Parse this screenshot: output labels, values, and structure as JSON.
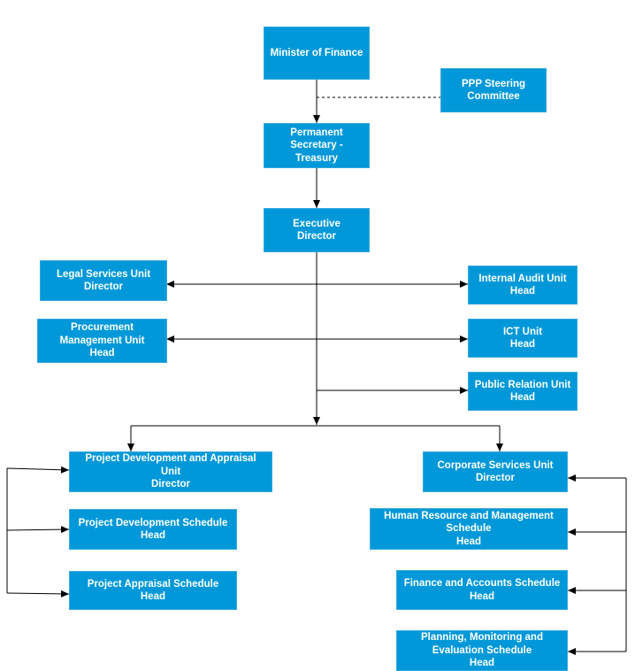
{
  "org_chart": {
    "nodes": {
      "minister": {
        "lines": [
          "Minister of Finance"
        ]
      },
      "ppp_committee": {
        "lines": [
          "PPP Steering",
          "Committee"
        ]
      },
      "permanent_secretary": {
        "lines": [
          "Permanent",
          "Secretary -",
          "Treasury"
        ]
      },
      "executive_director": {
        "lines": [
          "Executive",
          "Director"
        ]
      },
      "legal_services": {
        "lines": [
          "Legal Services Unit",
          "Director"
        ]
      },
      "procurement": {
        "lines": [
          "Procurement",
          "Management Unit",
          "Head"
        ]
      },
      "internal_audit": {
        "lines": [
          "Internal Audit Unit",
          "Head"
        ]
      },
      "ict": {
        "lines": [
          "ICT Unit",
          "Head"
        ]
      },
      "public_relation": {
        "lines": [
          "Public Relation Unit",
          "Head"
        ]
      },
      "project_dev_appraisal": {
        "lines": [
          "Project Development and Appraisal",
          "Unit",
          "Director"
        ]
      },
      "project_dev_schedule": {
        "lines": [
          "Project Development Schedule",
          "Head"
        ]
      },
      "project_appraisal_schedule": {
        "lines": [
          "Project Appraisal Schedule",
          "Head"
        ]
      },
      "corporate_services": {
        "lines": [
          "Corporate Services Unit",
          "Director"
        ]
      },
      "hr_management": {
        "lines": [
          "Human Resource and Management",
          "Schedule",
          "Head"
        ]
      },
      "finance_accounts": {
        "lines": [
          "Finance and Accounts Schedule",
          "Head"
        ]
      },
      "planning_monitoring": {
        "lines": [
          "Planning, Monitoring and",
          "Evaluation Schedule",
          "Head"
        ]
      }
    }
  },
  "colors": {
    "box_fill": "#0098d8",
    "box_border": "#35a9df",
    "box_text": "#ffffff",
    "connector": "#000000"
  }
}
